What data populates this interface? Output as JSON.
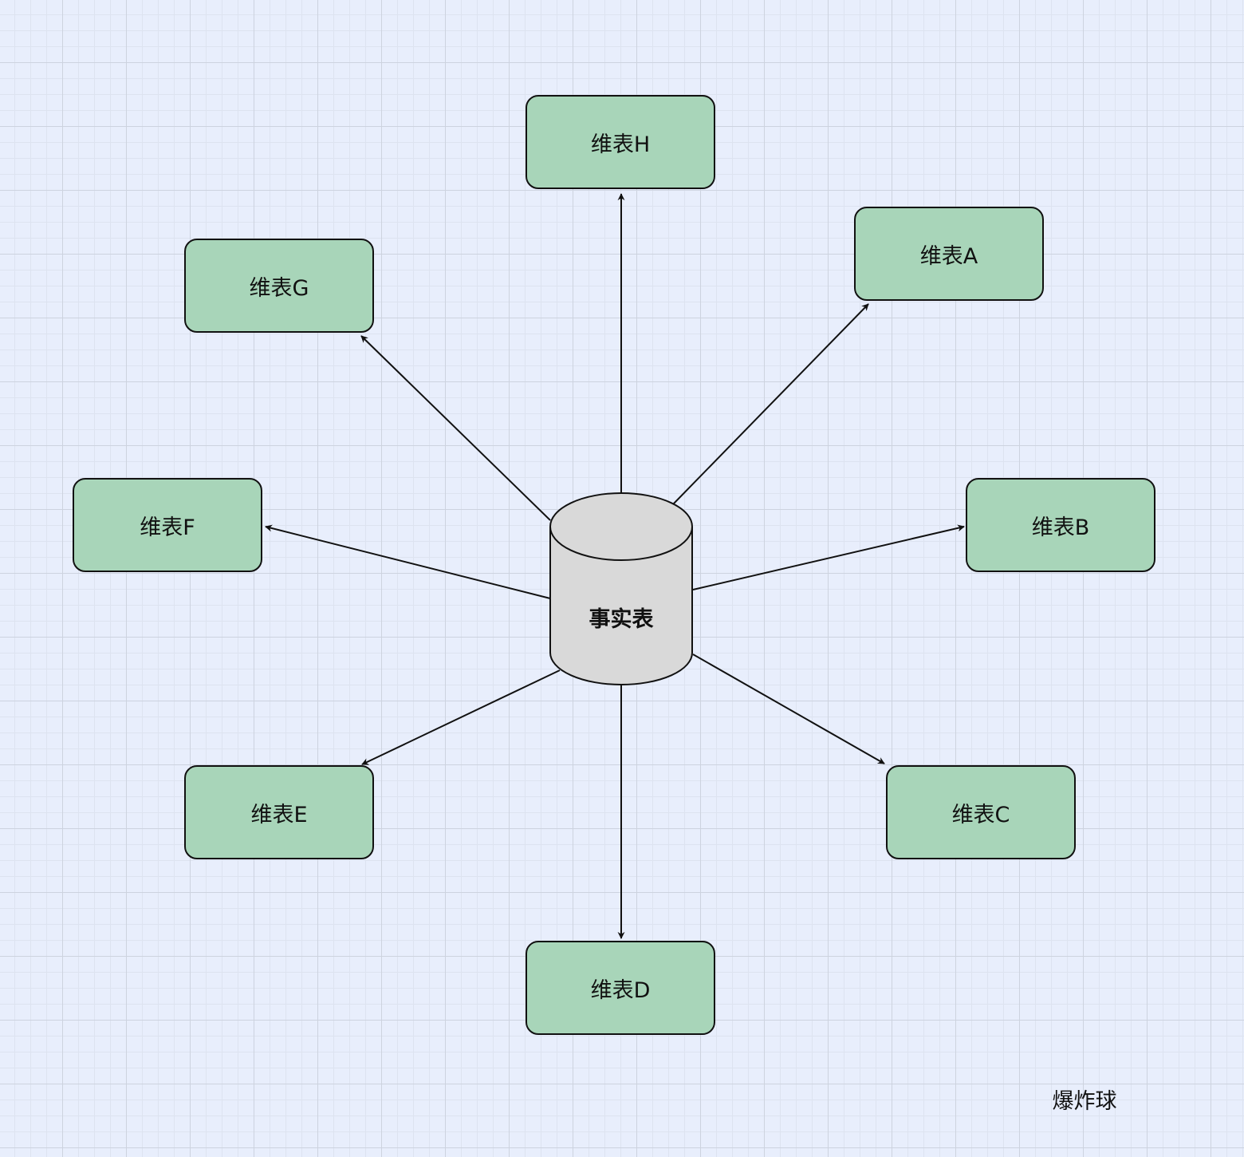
{
  "fact_table": {
    "label": "事实表"
  },
  "dimension_tables": [
    {
      "id": "H",
      "label": "维表H"
    },
    {
      "id": "A",
      "label": "维表A"
    },
    {
      "id": "G",
      "label": "维表G"
    },
    {
      "id": "F",
      "label": "维表F"
    },
    {
      "id": "B",
      "label": "维表B"
    },
    {
      "id": "E",
      "label": "维表E"
    },
    {
      "id": "C",
      "label": "维表C"
    },
    {
      "id": "D",
      "label": "维表D"
    }
  ],
  "edges": [
    {
      "from": "事实表",
      "to": "维表H"
    },
    {
      "from": "事实表",
      "to": "维表A"
    },
    {
      "from": "事实表",
      "to": "维表G"
    },
    {
      "from": "事实表",
      "to": "维表F"
    },
    {
      "from": "事实表",
      "to": "维表B"
    },
    {
      "from": "事实表",
      "to": "维表E"
    },
    {
      "from": "事实表",
      "to": "维表C"
    },
    {
      "from": "事实表",
      "to": "维表D"
    }
  ],
  "watermark": "爆炸球",
  "colors": {
    "background": "#e8eefc",
    "dimension_fill": "#a8d5b9",
    "fact_fill": "#d9d9d9",
    "stroke": "#111111"
  }
}
